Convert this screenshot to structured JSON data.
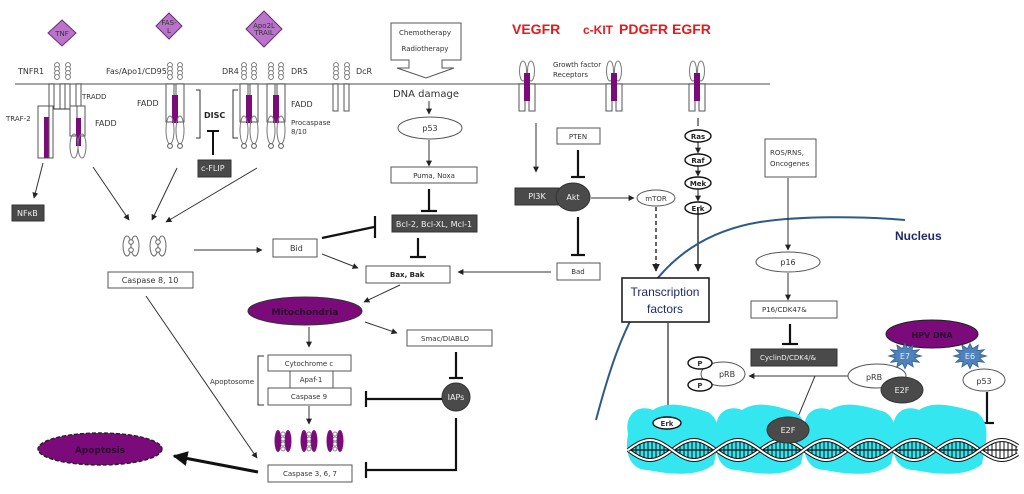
{
  "diagram": {
    "ligands": [
      {
        "id": "tnf",
        "label": "TNF"
      },
      {
        "id": "fasl",
        "label_lines": [
          "FAS-",
          "L"
        ]
      },
      {
        "id": "trail",
        "label_lines": [
          "Apo2L",
          "TRAIL"
        ]
      }
    ],
    "receptors": {
      "tnfr1": "TNFR1",
      "fas": "Fas/Apo1/CD95",
      "dr4": "DR4",
      "dr5": "DR5",
      "dcr": "DcR",
      "growth_factor": [
        "Growth factor",
        "Receptors"
      ]
    },
    "adaptors": {
      "tradd": "TRADD",
      "traf2": "TRAF-2",
      "fadd_tnf": "FADD",
      "fadd_fas": "FADD",
      "fadd_dr": "FADD",
      "procaspase": [
        "Procaspase",
        "8/10"
      ],
      "disc": "DISC",
      "cflip": "c-FLIP",
      "nfkb": "NFκB"
    },
    "rtk_names": [
      "VEGFR",
      "c-KIT",
      "PDGFR",
      "EGFR"
    ],
    "stimulus": [
      "Chemotherapy",
      "Radiotherapy"
    ],
    "intrinsic": {
      "dna_damage": "DNA damage",
      "p53": "p53",
      "puma_noxa": "Puma, Noxa",
      "bcl2": "Bcl-2, Bcl-XL, Mcl-1",
      "bid": "Bid",
      "bax_bak": "Bax, Bak",
      "caspase_8_10": "Caspase 8, 10",
      "mitochondria": "Mitochondria",
      "smac": "Smac/DIABLO",
      "apoptosome": "Apoptosome",
      "cytochrome_c": "Cytochrome c",
      "apaf1": "Apaf-1",
      "caspase_9": "Caspase 9",
      "iaps": "IAPs",
      "caspase_3_6_7": "Caspase 3, 6, 7",
      "apoptosis": "Apoptosis"
    },
    "survival": {
      "pten": "PTEN",
      "pi3k": "PI3K",
      "akt": "Akt",
      "mtor": "mTOR",
      "bad": "Bad",
      "ras": "Ras",
      "raf": "Raf",
      "mek": "Mek",
      "erk": "Erk",
      "transcription_factors": [
        "Transcription",
        "factors"
      ]
    },
    "nuclear": {
      "nucleus": "Nucleus",
      "ros": [
        "ROS/RNS,",
        "Oncogenes"
      ],
      "p16": "p16",
      "p16_cdk": "P16/CDK47&",
      "cyclind": "CyclinD/CDK4/&",
      "hpv_dna": "HPV DNA",
      "e7": "E7",
      "e6": "E6",
      "prb": "pRB",
      "prb_p": "pRB",
      "phospho": "P",
      "e2f": "E2F",
      "e2f_dna": "E2F",
      "p53_nuc": "p53",
      "erk_dna": "Erk"
    },
    "colors": {
      "purple": "#7b0a7b",
      "ligand_fill": "#b973c9",
      "dark_box": "#4a4a4a",
      "red_label": "#e8191b",
      "nucleus_line": "#2c5a8a",
      "nucleus_text": "#1f2a6b",
      "viral_star": "#4f81bd",
      "chromatin": "#33e6f0"
    }
  }
}
